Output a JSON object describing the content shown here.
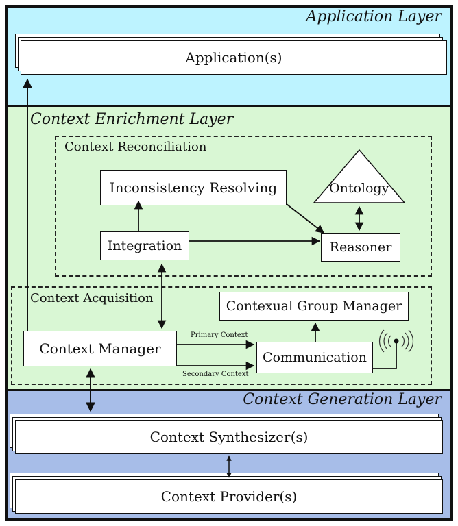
{
  "layers": {
    "application": {
      "title": "Application Layer",
      "color": "#bdf3ff"
    },
    "enrichment": {
      "title": "Context Enrichment Layer",
      "color": "#d9f7d4"
    },
    "generation": {
      "title": "Context Generation Layer",
      "color": "#a7bde8"
    }
  },
  "regions": {
    "reconciliation": "Context Reconciliation",
    "acquisition": "Context Acquisition"
  },
  "boxes": {
    "applications": "Application(s)",
    "inconsistency": "Inconsistency Resolving",
    "ontology": "Ontology",
    "integration": "Integration",
    "reasoner": "Reasoner",
    "group_manager": "Contexual Group Manager",
    "context_manager": "Context Manager",
    "communication": "Communication",
    "synthesizer": "Context Synthesizer(s)",
    "provider": "Context Provider(s)"
  },
  "edge_labels": {
    "primary": "Primary Context",
    "secondary": "Secondary Context"
  },
  "icons": {
    "antenna": "antenna-icon"
  }
}
